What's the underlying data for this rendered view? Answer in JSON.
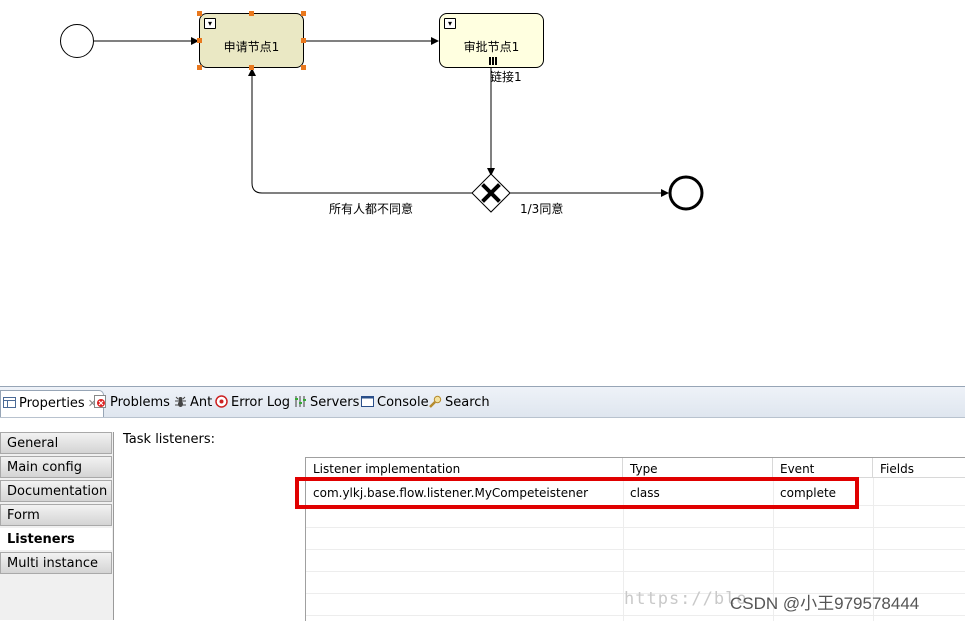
{
  "diagram": {
    "task1": {
      "label": "申请节点1"
    },
    "task2": {
      "label": "审批节点1"
    },
    "flow_link": "链接1",
    "flow_reject": "所有人都不同意",
    "flow_accept": "1/3同意"
  },
  "views": {
    "tabs": [
      {
        "label": "Properties",
        "icon": "properties-icon"
      },
      {
        "label": "Problems",
        "icon": "problems-icon"
      },
      {
        "label": "Ant",
        "icon": "ant-icon"
      },
      {
        "label": "Error Log",
        "icon": "error-log-icon"
      },
      {
        "label": "Servers",
        "icon": "servers-icon"
      },
      {
        "label": "Console",
        "icon": "console-icon"
      },
      {
        "label": "Search",
        "icon": "search-icon"
      }
    ]
  },
  "nav": {
    "items": [
      {
        "label": "General"
      },
      {
        "label": "Main config"
      },
      {
        "label": "Documentation"
      },
      {
        "label": "Form"
      },
      {
        "label": "Listeners",
        "active": true
      },
      {
        "label": "Multi instance"
      }
    ]
  },
  "listeners": {
    "title": "Task listeners:",
    "columns": [
      "Listener implementation",
      "Type",
      "Event",
      "Fields"
    ],
    "rows": [
      [
        "com.ylkj.base.flow.listener.MyCompeteistener",
        "class",
        "complete",
        ""
      ]
    ]
  },
  "watermark": {
    "url": "https://blo",
    "text": "CSDN @小王979578444"
  },
  "colors": {
    "highlight": "#e00000",
    "handle": "#e9781d",
    "task_selected": "#eae8c4",
    "task": "#ffffe0"
  }
}
